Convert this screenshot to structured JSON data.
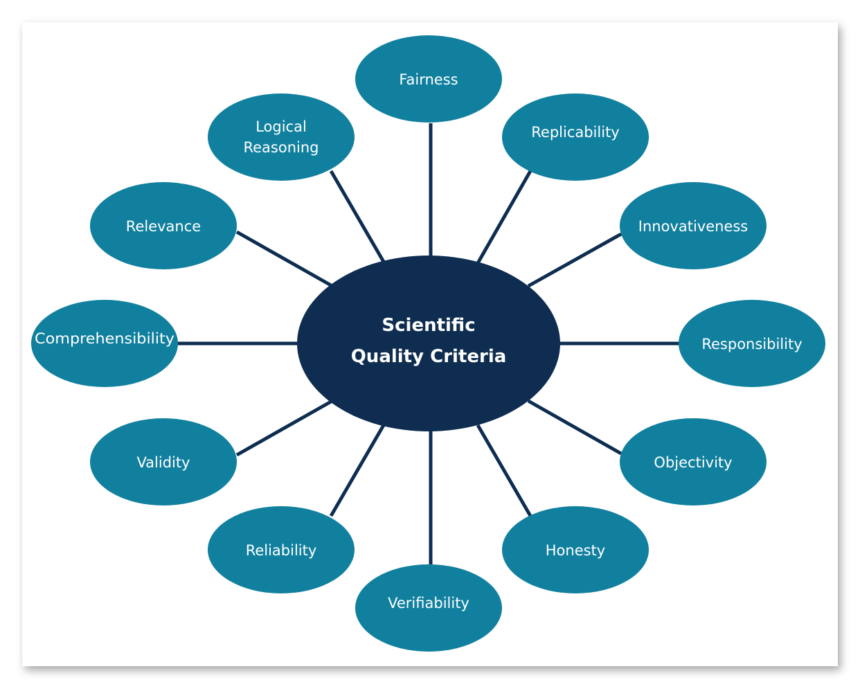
{
  "colors": {
    "center_fill": "#0e2d50",
    "node_fill": "#11809f",
    "connector": "#0e2d50",
    "background": "#ffffff",
    "text": "#ffffff"
  },
  "center": {
    "line1": "Scientific",
    "line2": "Quality Criteria"
  },
  "nodes": {
    "fairness": "Fairness",
    "replicability": "Replicability",
    "innovativeness": "Innovativeness",
    "responsibility": "Responsibility",
    "objectivity": "Objectivity",
    "honesty": "Honesty",
    "verifiability": "Verifiability",
    "reliability": "Reliability",
    "validity": "Validity",
    "comprehensibility": "Comprehensibility",
    "relevance": "Relevance",
    "logical_reasoning_line1": "Logical",
    "logical_reasoning_line2": "Reasoning"
  }
}
